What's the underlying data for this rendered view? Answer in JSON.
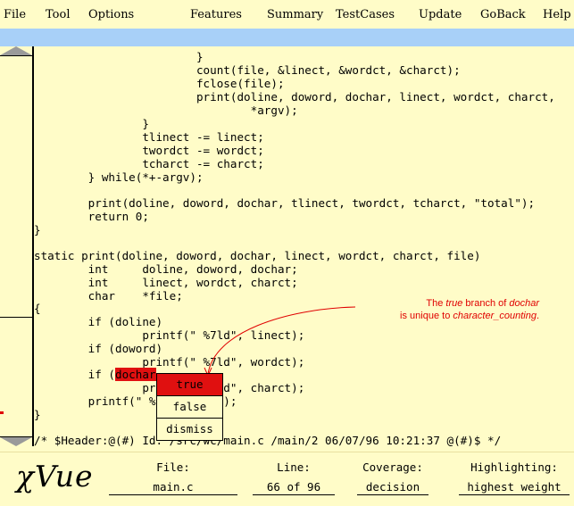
{
  "menubar": {
    "items": [
      "File",
      "Tool",
      "Options",
      "Features",
      "Summary",
      "TestCases",
      "Update",
      "GoBack",
      "Help"
    ]
  },
  "code": {
    "lines": [
      "                        }",
      "                        count(file, &linect, &wordct, &charct);",
      "                        fclose(file);",
      "                        print(doline, doword, dochar, linect, wordct, charct,",
      "                                *argv);",
      "                }",
      "                tlinect -= linect;",
      "                twordct -= wordct;",
      "                tcharct -= charct;",
      "        } while(*+-argv);",
      "",
      "        print(doline, doword, dochar, tlinect, twordct, tcharct, \"total\");",
      "        return 0;",
      "}",
      "",
      "static print(doline, doword, dochar, linect, wordct, charct, file)",
      "        int     doline, doword, dochar;",
      "        int     linect, wordct, charct;",
      "        char    *file;",
      "{",
      "        if (doline)",
      "                printf(\" %7ld\", linect);",
      "        if (doword)",
      "                printf(\" %7ld\", wordct);",
      "        if (",
      "                printf(\" %7ld\", charct);",
      "        printf(\" %s\\n\", file);",
      "}",
      "",
      "/* $Header:@(#) Id: /src/wc/main.c /main/2 06/07/96 10:21:37 @(#)$ */"
    ],
    "highlight_word": "dochar"
  },
  "annotation": {
    "part1": "The ",
    "part2": "true",
    "part3": " branch of ",
    "part4": "dochar",
    "part5": "is unique to ",
    "part6": "character_counting",
    "part7": "."
  },
  "popup": {
    "items": [
      "true",
      "false",
      "dismiss"
    ]
  },
  "status": {
    "logo": "χVue",
    "file_label": "File:",
    "file_value": "main.c",
    "line_label": "Line:",
    "line_value": "66 of 96",
    "coverage_label": "Coverage:",
    "coverage_value": "decision",
    "highlighting_label": "Highlighting:",
    "highlighting_value": "highest weight"
  },
  "colors": {
    "background": "#fffcc8",
    "accent_band": "#a8d0f8",
    "highlight": "#e01010",
    "annotation": "#e00000"
  }
}
